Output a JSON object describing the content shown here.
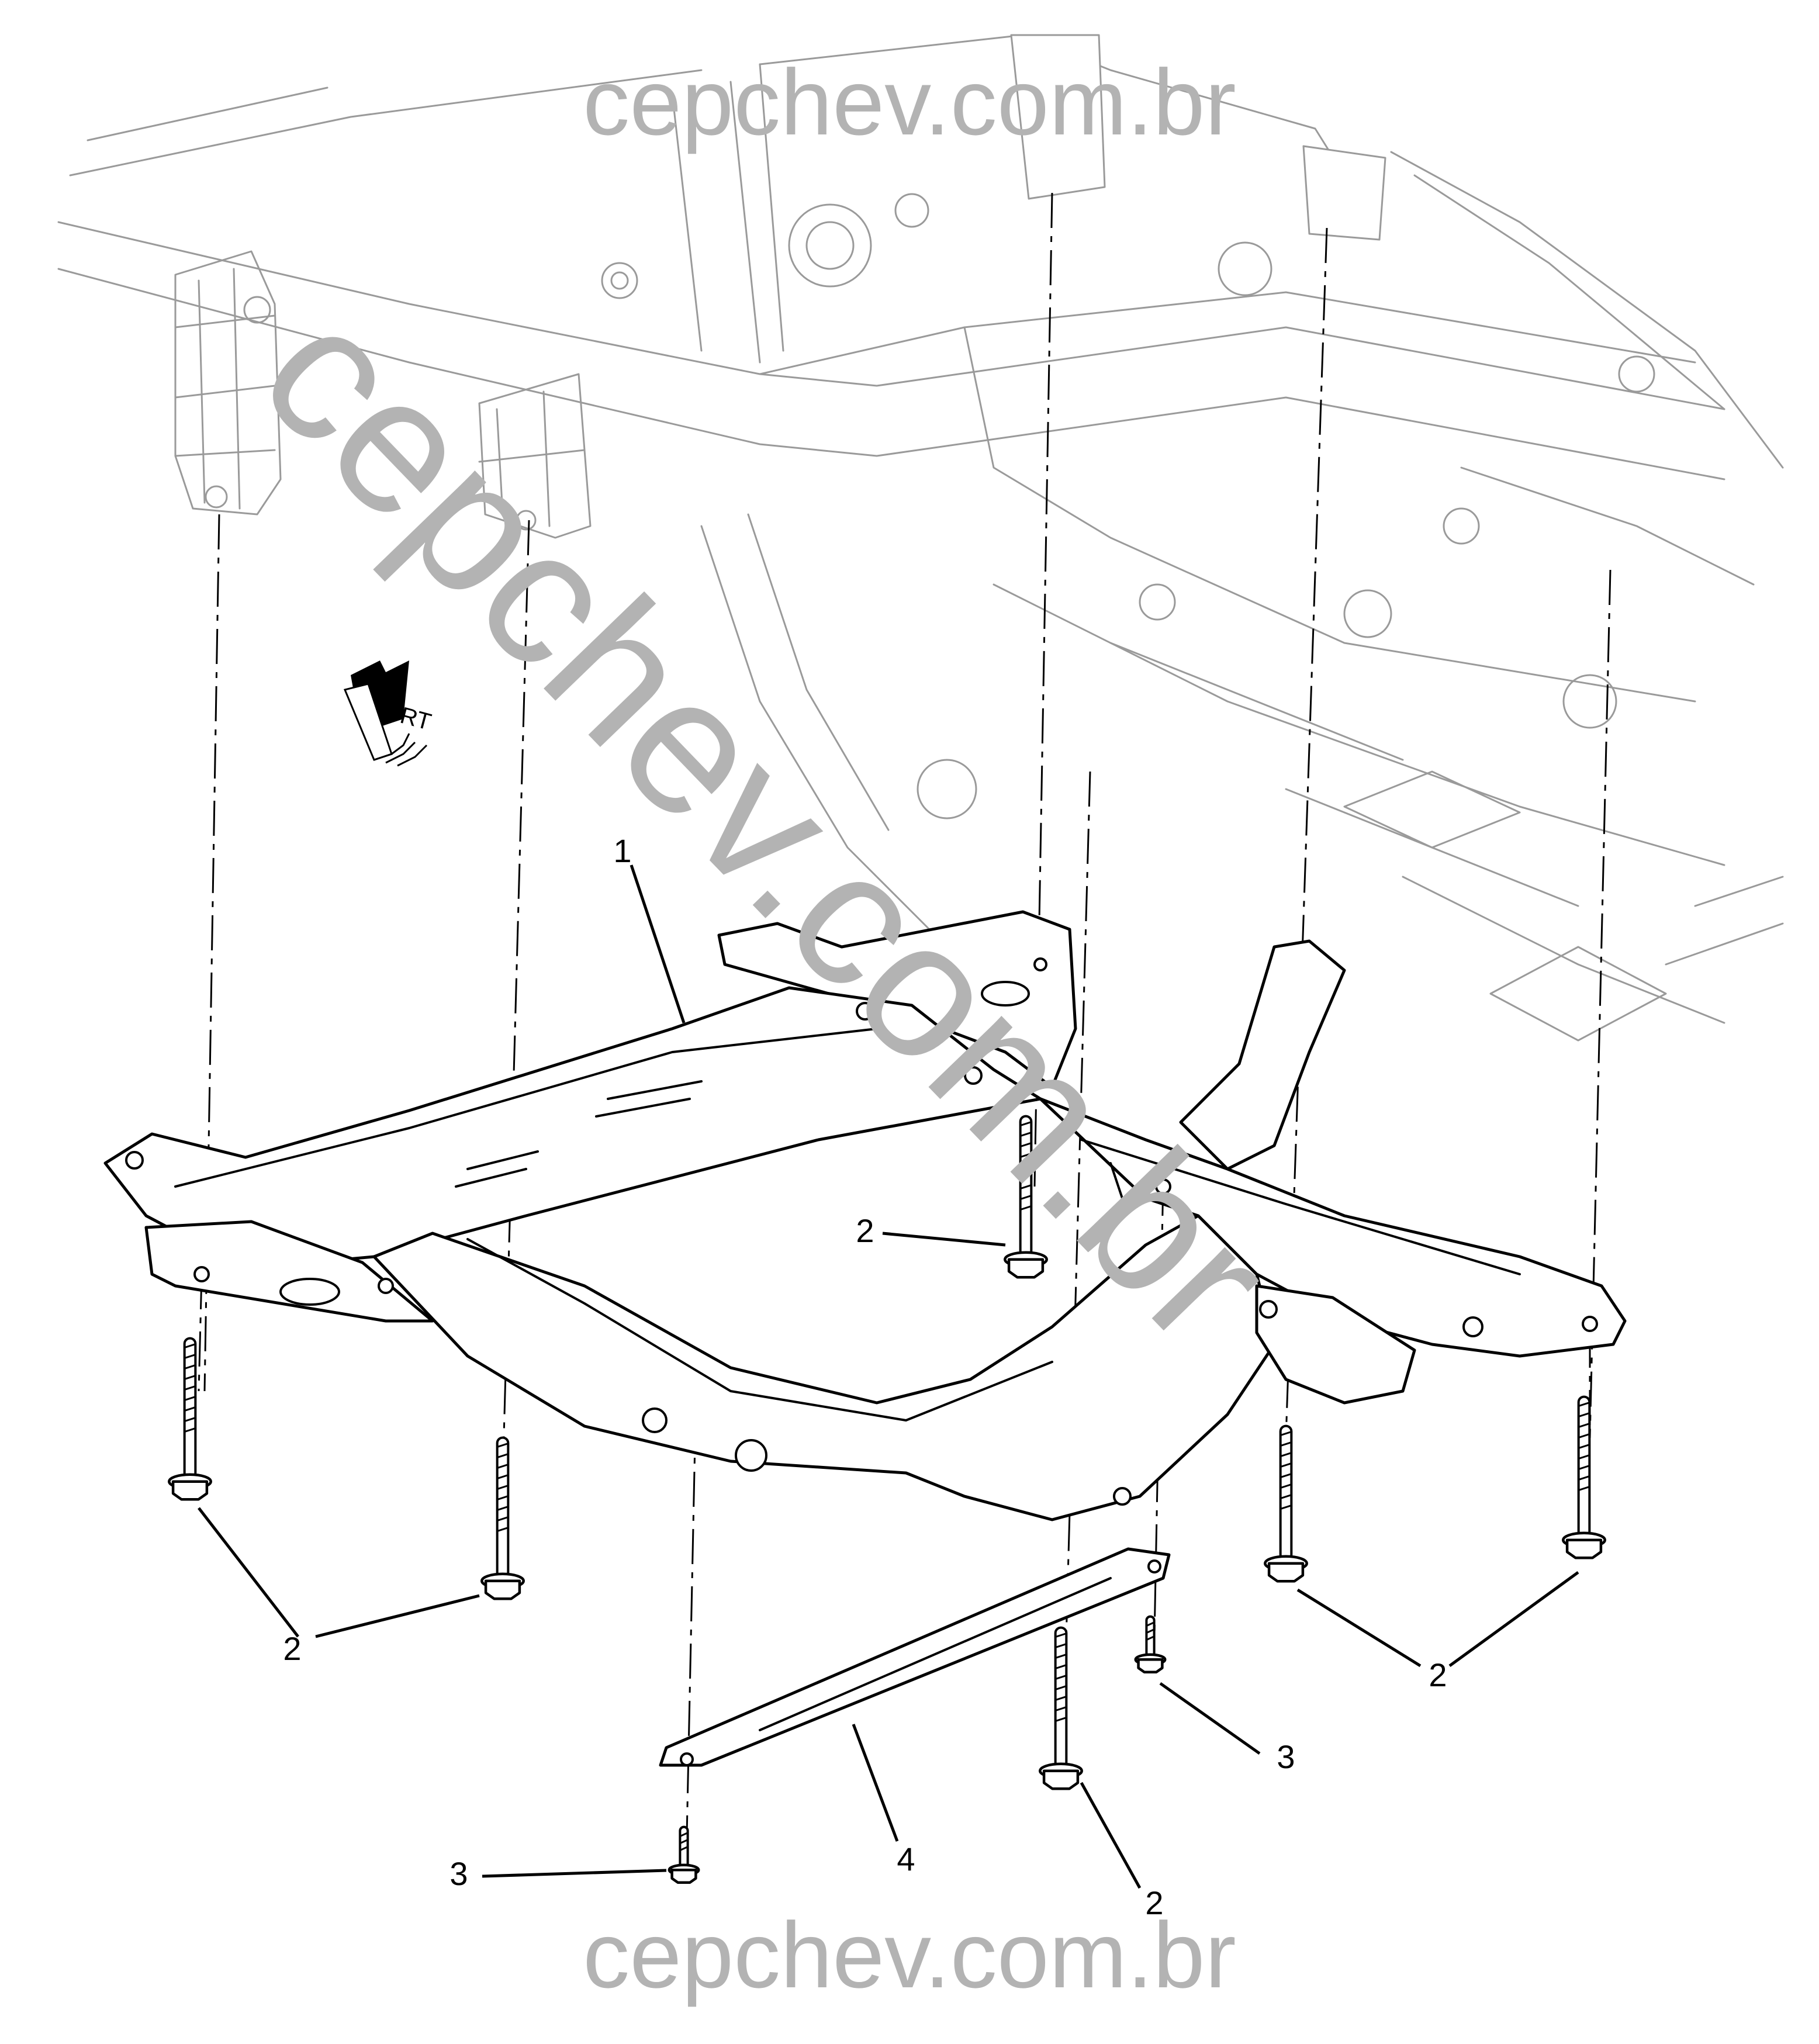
{
  "watermark": {
    "top": "cepchev.com.br",
    "bottom": "cepchev.com.br",
    "diagonal": "cepchev.com.br",
    "color": "#b3b3b3"
  },
  "direction_marker": {
    "label": "FRT",
    "icon": "front-arrow-icon"
  },
  "callouts": {
    "frame": "1",
    "bolt_a": "2",
    "bolt_b": "2",
    "bolt_c": "2",
    "bolt_d": "2",
    "brace_bolt_left": "3",
    "brace_bolt_right": "3",
    "brace": "4"
  },
  "parts": [
    {
      "number": "1",
      "icon": "frame-icon"
    },
    {
      "number": "2",
      "icon": "bolt-icon"
    },
    {
      "number": "3",
      "icon": "bolt-icon"
    },
    {
      "number": "4",
      "icon": "brace-icon"
    }
  ],
  "colors": {
    "line_art": "#000000",
    "background_body": "#9a9a9a"
  }
}
